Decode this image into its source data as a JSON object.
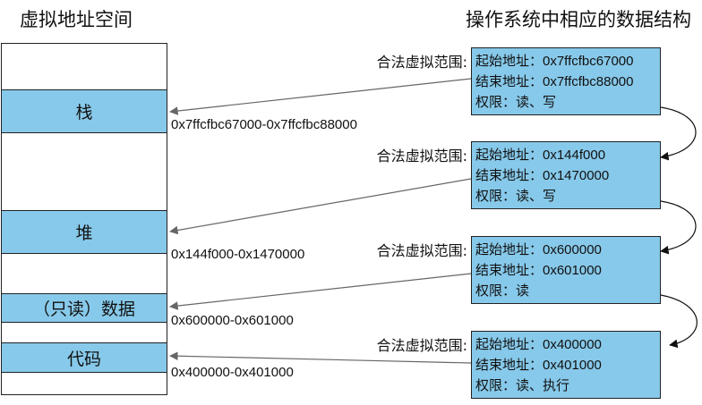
{
  "titles": {
    "left": "虚拟地址空间",
    "right": "操作系统中相应的数据结构"
  },
  "segments": [
    {
      "label": "栈",
      "range": "0x7ffcfbc67000-0x7ffcfbc88000"
    },
    {
      "label": "堆",
      "range": "0x144f000-0x1470000"
    },
    {
      "label": "（只读）数据",
      "range": "0x600000-0x601000"
    },
    {
      "label": "代码",
      "range": "0x400000-0x401000"
    }
  ],
  "vmas": [
    {
      "legal": "合法虚拟范围:",
      "start": "起始地址：0x7ffcfbc67000",
      "end": "结束地址：0x7ffcfbc88000",
      "perm": "权限：读、写"
    },
    {
      "legal": "合法虚拟范围:",
      "start": "起始地址：0x144f000",
      "end": "结束地址：0x1470000",
      "perm": "权限：读、写"
    },
    {
      "legal": "合法虚拟范围:",
      "start": "起始地址：0x600000",
      "end": "结束地址：0x601000",
      "perm": "权限：读"
    },
    {
      "legal": "合法虚拟范围:",
      "start": "起始地址：0x400000",
      "end": "结束地址：0x401000",
      "perm": "权限：读、执行"
    }
  ],
  "colors": {
    "fill": "#87c9ea",
    "border": "#222222",
    "arrow": "#666666"
  }
}
